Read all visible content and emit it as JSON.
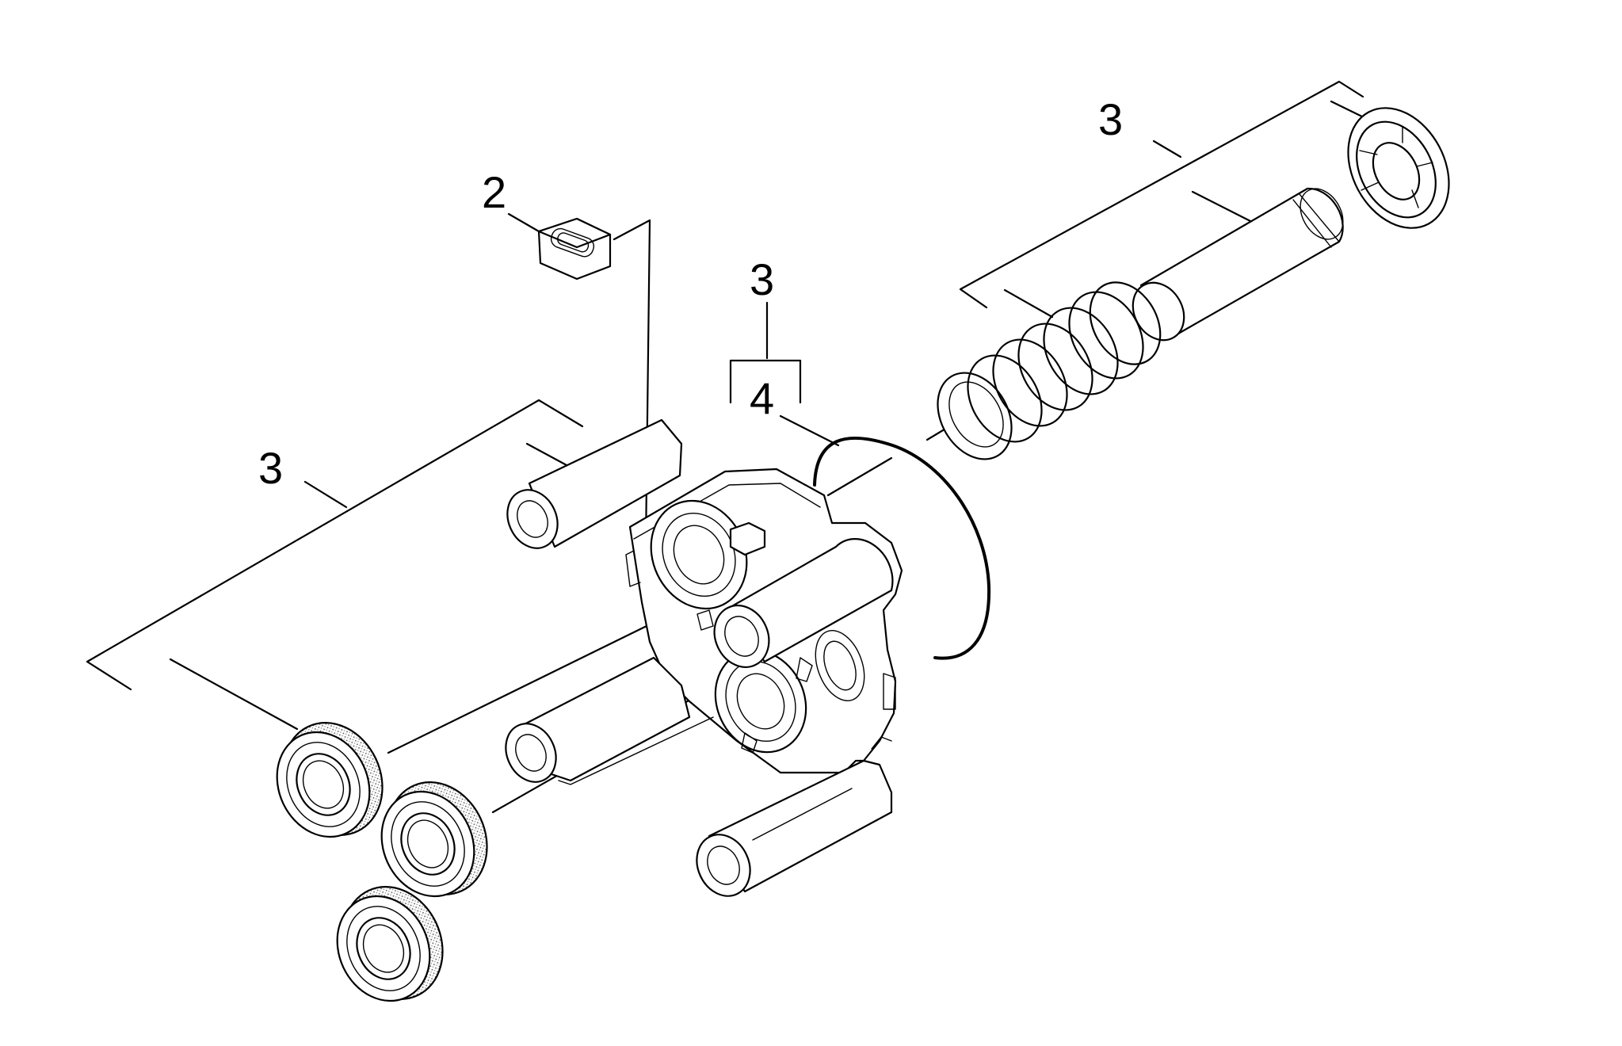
{
  "callouts": {
    "left_seal_set": "3",
    "sliding_piece": "2",
    "valve_kit_top": "3",
    "valve_kit_bottom": "4",
    "right_piston_set": "3"
  }
}
